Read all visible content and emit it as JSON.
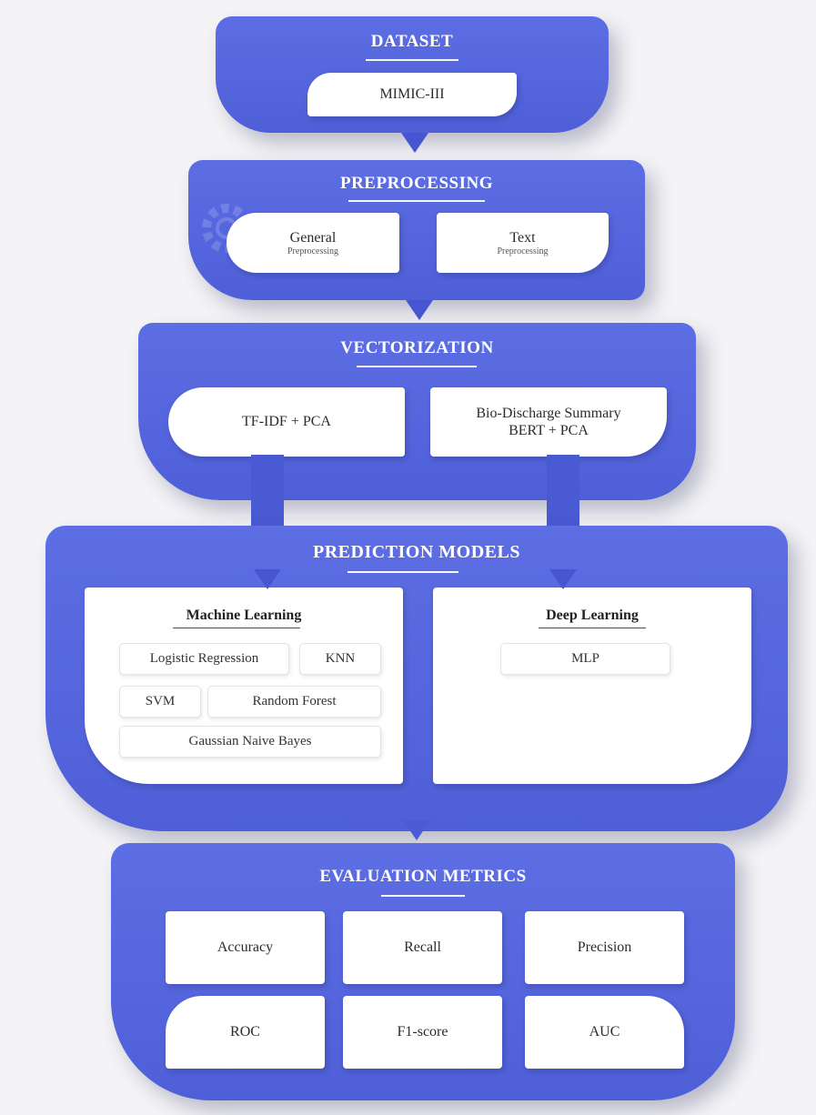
{
  "dataset": {
    "title": "DATASET",
    "item": "MIMIC-III"
  },
  "preprocessing": {
    "title": "PREPROCESSING",
    "general": {
      "main": "General",
      "sub": "Preprocessing"
    },
    "text": {
      "main": "Text",
      "sub": "Preprocessing"
    }
  },
  "vectorization": {
    "title": "VECTORIZATION",
    "tfidf": "TF-IDF + PCA",
    "bert_line1": "Bio-Discharge Summary",
    "bert_line2": "BERT + PCA"
  },
  "prediction": {
    "title": "PREDICTION MODELS",
    "ml": {
      "title": "Machine Learning",
      "models": [
        "Logistic Regression",
        "KNN",
        "SVM",
        "Random Forest",
        "Gaussian Naive Bayes"
      ]
    },
    "dl": {
      "title": "Deep Learning",
      "models": [
        "MLP"
      ]
    }
  },
  "evaluation": {
    "title": "EVALUATION METRICS",
    "metrics": [
      "Accuracy",
      "Recall",
      "Precision",
      "ROC",
      "F1-score",
      "AUC"
    ]
  },
  "colors": {
    "panel": "#5565dc",
    "card": "#ffffff",
    "background": "#f4f4f6"
  }
}
